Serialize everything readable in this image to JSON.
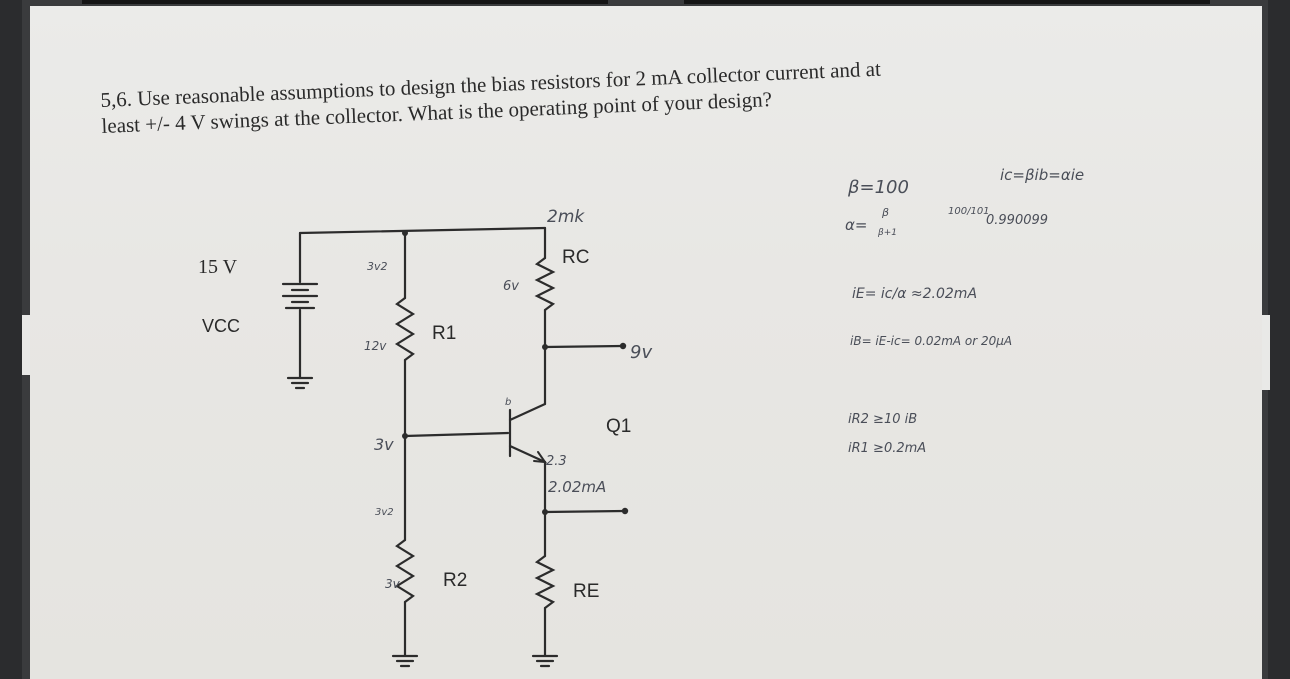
{
  "problem": {
    "line1": "5,6. Use reasonable assumptions to design the bias resistors for 2 mA collector current and at",
    "line2": "least +/- 4 V swings at the collector.  What is the operating point of your design?"
  },
  "circuit": {
    "supply_value": "15 V",
    "supply_name": "VCC",
    "r1": "R1",
    "r2": "R2",
    "rc": "RC",
    "re": "RE",
    "transistor": "Q1"
  },
  "handwritten": {
    "beta": "β=100",
    "ic_formula": "ic=βib=αie",
    "alpha_frac": "100/101",
    "alpha_value": "0.990099",
    "alpha_num": "β",
    "alpha_den": "β+1",
    "alpha_lhs": "α=",
    "ie_eq": "iE= ic/α ≈2.02mA",
    "ib_eq": "iB= iE-ic= 0.02mA or 20μA",
    "ir2_eq": "iR2 ≥10 iB",
    "ir1_eq": "iR1 ≥0.2mA",
    "rc_value": "2mk",
    "rc_vdrop": "6v",
    "r1_vdrop": "12v",
    "r1_top": "3v2",
    "base_v": "3v",
    "r2_top": "3v2",
    "r2_vdrop": "3v",
    "collector_node": "9v",
    "emitter_v1": "2.3",
    "emitter_current": "2.02mA",
    "be_label": "b"
  }
}
